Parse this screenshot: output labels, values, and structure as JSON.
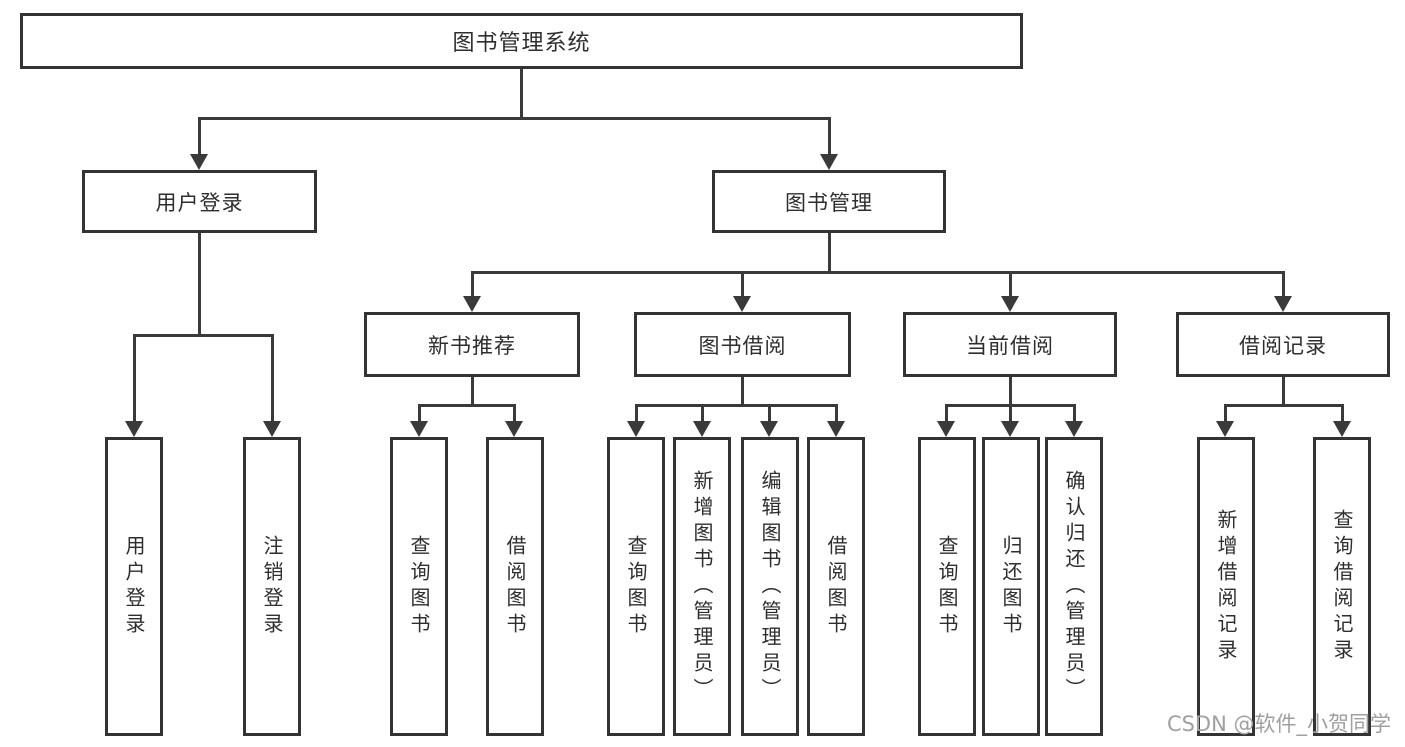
{
  "nodes": {
    "root": "图书管理系统",
    "user_login": "用户登录",
    "book_mgmt": "图书管理",
    "new_books": "新书推荐",
    "book_borrow": "图书借阅",
    "current_borrow": "当前借阅",
    "borrow_records": "借阅记录",
    "leaf_user_login": "用户登录",
    "leaf_logout": "注销登录",
    "leaf_nb_query": "查询图书",
    "leaf_nb_borrow": "借阅图书",
    "leaf_bb_query": "查询图书",
    "leaf_bb_add": "新增图书（管理员）",
    "leaf_bb_edit": "编辑图书（管理员）",
    "leaf_bb_borrow": "借阅图书",
    "leaf_cb_query": "查询图书",
    "leaf_cb_return": "归还图书",
    "leaf_cb_confirm": "确认归还（管理员）",
    "leaf_br_add": "新增借阅记录",
    "leaf_br_query": "查询借阅记录"
  },
  "watermark": {
    "text": "CSDN @软件_小贺同学"
  },
  "colors": {
    "line": "#3a3a3a",
    "border": "#333333",
    "text": "#2e2e2e",
    "background": "#ffffff",
    "watermark": "#a0a0a0"
  }
}
